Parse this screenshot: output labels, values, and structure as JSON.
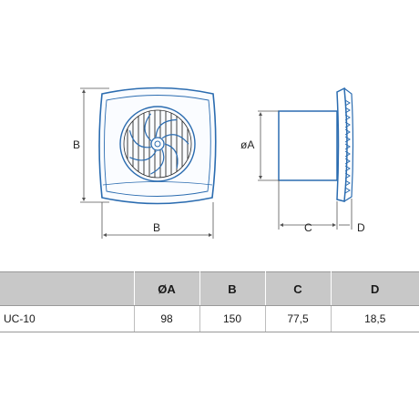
{
  "drawing": {
    "front_view": {
      "height_label": "B",
      "width_label": "B"
    },
    "side_view": {
      "diameter_label": "øA",
      "depth_label": "C",
      "front_depth_label": "D"
    },
    "colors": {
      "product_blue": "#2b6cb0",
      "dimension_line": "#555555",
      "fan_dark": "#2a2a2a"
    }
  },
  "table": {
    "headers": [
      "",
      "ØA",
      "B",
      "C",
      "D"
    ],
    "rows": [
      {
        "model": "UC-10",
        "a": "98",
        "b": "150",
        "c": "77,5",
        "d": "18,5"
      }
    ]
  }
}
